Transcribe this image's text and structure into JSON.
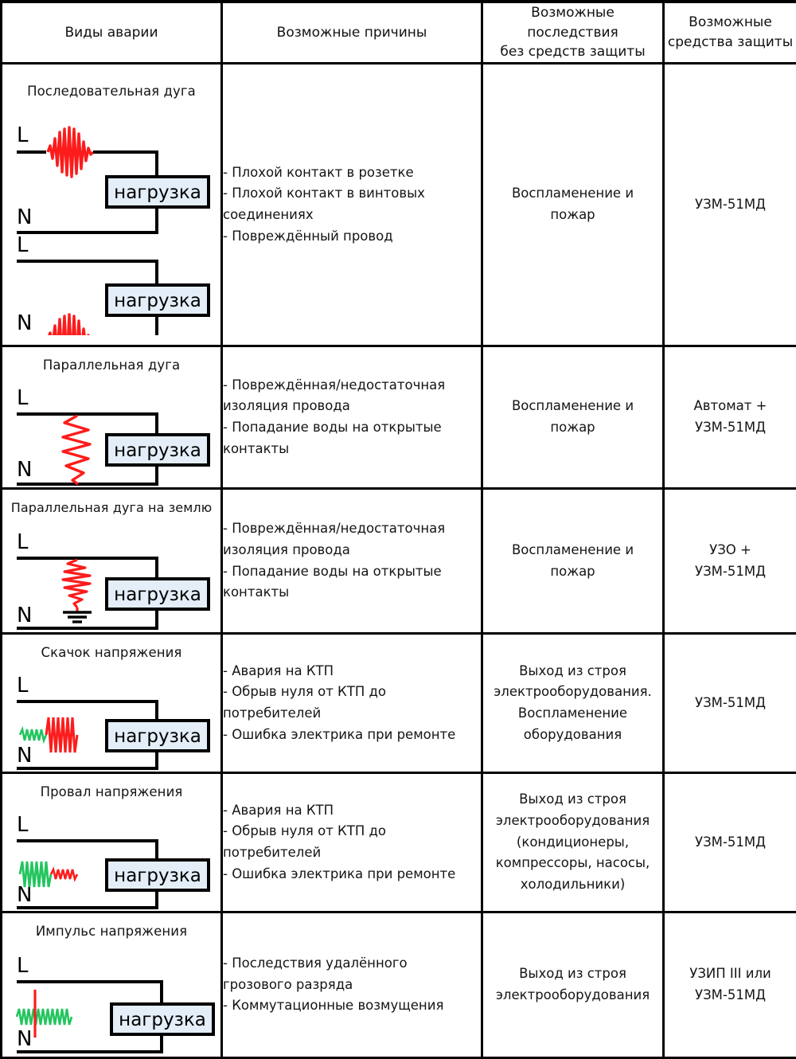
{
  "table": {
    "headers": [
      "Виды аварии",
      "Возможные причины",
      "Возможные\nпоследствия\nбез средств защиты",
      "Возможные\nсредства защиты"
    ],
    "rows": [
      {
        "type_title": "Последовательная дуга",
        "diagram": "series-arc-two-circuits",
        "load_label": "нагрузка",
        "line_label": "L",
        "neutral_label": "N",
        "causes": "- Плохой контакт в розетке\n- Плохой контакт в винтовых\nсоединениях\n- Повреждённый провод",
        "consequences": "Воспламенение и\nпожар",
        "protection": "УЗМ-51МД"
      },
      {
        "type_title": "Параллельная дуга",
        "diagram": "parallel-arc",
        "load_label": "нагрузка",
        "line_label": "L",
        "neutral_label": "N",
        "causes": "- Повреждённая/недостаточная\nизоляция провода\n- Попадание воды на открытые\nконтакты",
        "consequences": "Воспламенение и\nпожар",
        "protection": "Автомат +\nУЗМ-51МД"
      },
      {
        "type_title": "Параллельная дуга на землю",
        "diagram": "parallel-arc-ground",
        "load_label": "нагрузка",
        "line_label": "L",
        "neutral_label": "N",
        "causes": "- Повреждённая/недостаточная\nизоляция провода\n- Попадание воды на открытые\nконтакты",
        "consequences": "Воспламенение и\nпожар",
        "protection": "УЗО +\nУЗМ-51МД"
      },
      {
        "type_title": "Скачок напряжения",
        "diagram": "voltage-surge",
        "load_label": "нагрузка",
        "line_label": "L",
        "neutral_label": "N",
        "causes": "- Авария на КТП\n- Обрыв нуля от КТП до\nпотребителей\n- Ошибка электрика при ремонте",
        "consequences": "Выход из строя\nэлектрооборудования.\nВоспламенение\nоборудования",
        "protection": "УЗМ-51МД"
      },
      {
        "type_title": "Провал напряжения",
        "diagram": "voltage-sag",
        "load_label": "нагрузка",
        "line_label": "L",
        "neutral_label": "N",
        "causes": "- Авария на КТП\n- Обрыв нуля от КТП до\nпотребителей\n- Ошибка электрика при ремонте",
        "consequences": "Выход из строя\nэлектрооборудования\n(кондиционеры,\nкомпрессоры, насосы,\nхолодильники)",
        "protection": "УЗМ-51МД"
      },
      {
        "type_title": "Импульс напряжения",
        "diagram": "voltage-impulse",
        "load_label": "нагрузка",
        "line_label": "L",
        "neutral_label": "N",
        "causes": "- Последствия удалённого\nгрозового разряда\n- Коммутационные возмущения",
        "consequences": "Выход из строя\nэлектрооборудования",
        "protection": "УЗИП III или\nУЗМ-51МД"
      }
    ]
  },
  "colors": {
    "arc_red": "#fc1c1c",
    "wave_green": "#22c55e",
    "load_fill": "#e4eef8",
    "border": "#000000",
    "text": "#141414"
  }
}
